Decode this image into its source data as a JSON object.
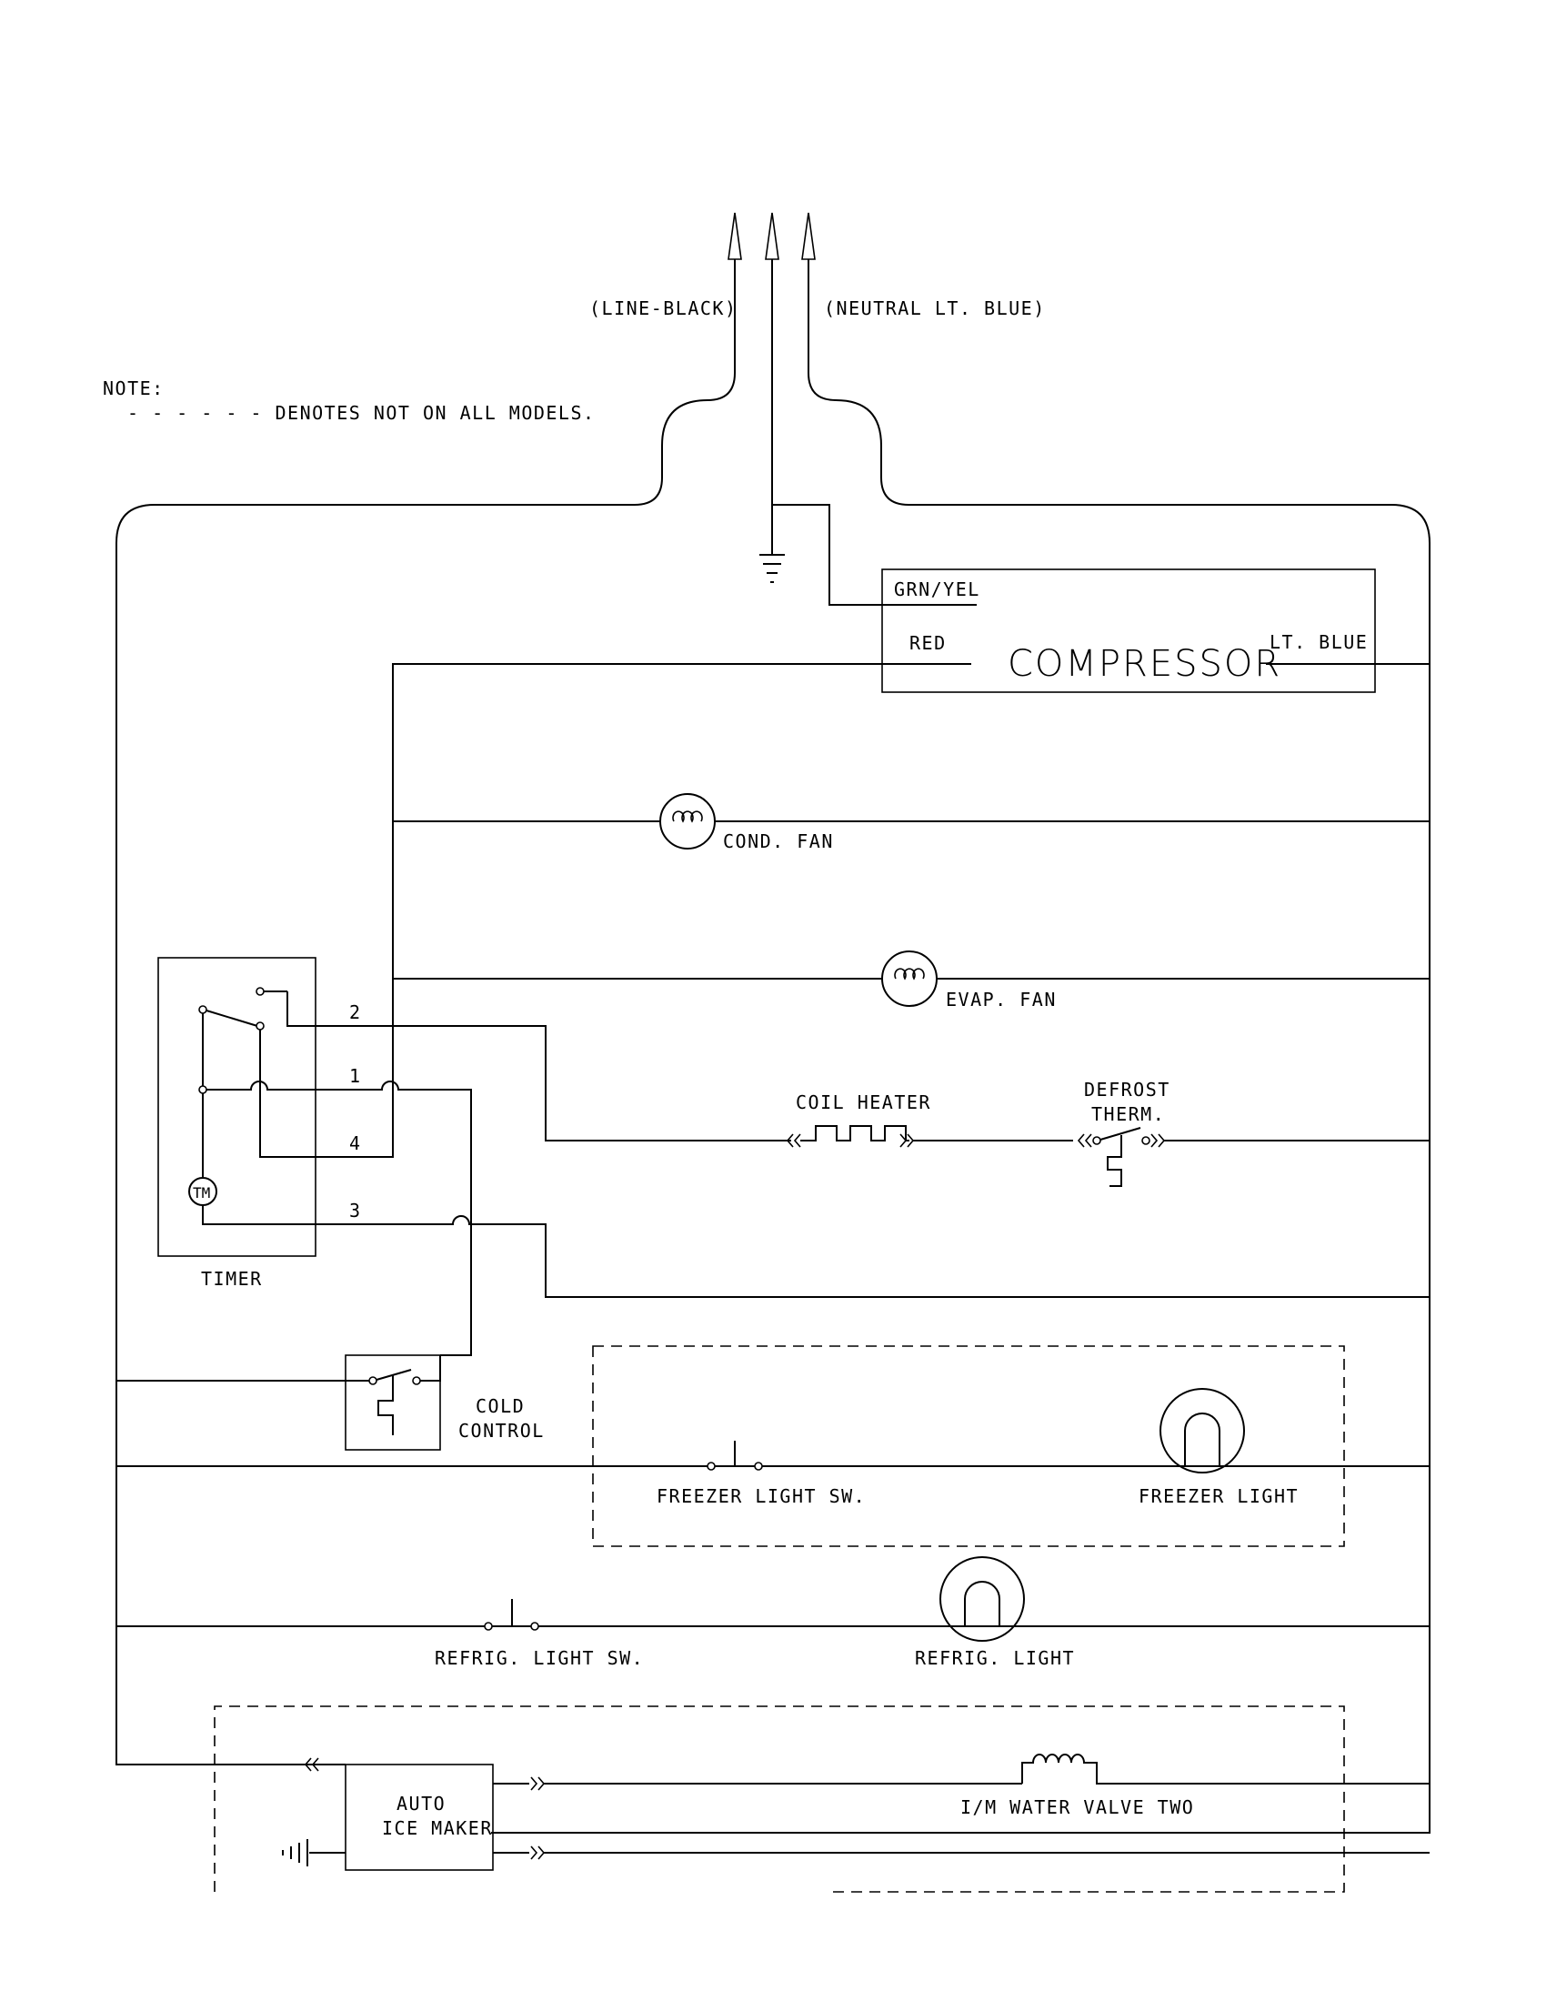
{
  "supply": {
    "line_label": "(LINE-BLACK)",
    "neutral_label": "(NEUTRAL LT. BLUE)"
  },
  "note": {
    "title": "NOTE:",
    "text": "- - - - - - DENOTES NOT ON ALL MODELS."
  },
  "compressor": {
    "name": "COMPRESSOR",
    "ground_label": "GRN/YEL",
    "red_label": "RED",
    "blue_label": "LT. BLUE"
  },
  "cond_fan": {
    "label": "COND. FAN"
  },
  "evap_fan": {
    "label": "EVAP. FAN"
  },
  "timer": {
    "label": "TIMER",
    "motor_label": "TM",
    "terminals": [
      "2",
      "1",
      "4",
      "3"
    ]
  },
  "coil_heater": {
    "label": "COIL HEATER"
  },
  "defrost_therm": {
    "label_line1": "DEFROST",
    "label_line2": "THERM."
  },
  "cold_control": {
    "label_line1": "COLD",
    "label_line2": "CONTROL"
  },
  "freezer_light_sw": {
    "label": "FREEZER LIGHT SW."
  },
  "freezer_light": {
    "label": "FREEZER LIGHT"
  },
  "refrig_light_sw": {
    "label": "REFRIG. LIGHT SW."
  },
  "refrig_light": {
    "label": "REFRIG. LIGHT"
  },
  "ice_maker": {
    "label_line1": "AUTO",
    "label_line2": "ICE MAKER"
  },
  "water_valve": {
    "label": "I/M WATER VALVE TWO"
  }
}
